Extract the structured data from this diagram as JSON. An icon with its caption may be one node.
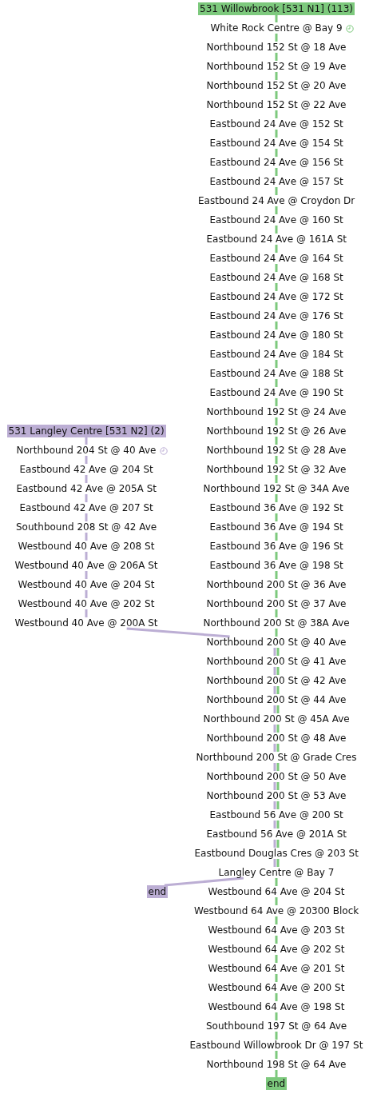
{
  "diagram": {
    "nodes": [
      {
        "text": [
          "531 Willowbrook [531 N1] (113)"
        ]
      },
      {
        "text": [
          "White Rock Centre @ Bay 9"
        ]
      },
      {
        "text": [
          "Northbound 152 St @ 18 Ave"
        ]
      },
      {
        "text": [
          "Northbound 152 St @ 19 Ave"
        ]
      },
      {
        "text": [
          "Northbound 152 St @ 20 Ave"
        ]
      },
      {
        "text": [
          "Northbound 152 St @ 22 Ave"
        ]
      },
      {
        "text": [
          "Eastbound 24 Ave @ 152 St"
        ]
      },
      {
        "text": [
          "Eastbound 24 Ave @ 154 St"
        ]
      },
      {
        "text": [
          "Eastbound 24 Ave @ 156 St"
        ]
      },
      {
        "text": [
          "Eastbound 24 Ave @ 157 St"
        ]
      },
      {
        "text": [
          "Eastbound 24 Ave @ Croydon Dr"
        ]
      },
      {
        "text": [
          "Eastbound 24 Ave @ 160 St"
        ]
      },
      {
        "text": [
          "Eastbound 24 Ave @ 161A St"
        ]
      },
      {
        "text": [
          "Eastbound 24 Ave @ 164 St"
        ]
      },
      {
        "text": [
          "Eastbound 24 Ave @ 168 St"
        ]
      },
      {
        "text": [
          "Eastbound 24 Ave @ 172 St"
        ]
      },
      {
        "text": [
          "Eastbound 24 Ave @ 176 St"
        ]
      },
      {
        "text": [
          "Eastbound 24 Ave @ 180 St"
        ]
      },
      {
        "text": [
          "Eastbound 24 Ave @ 184 St"
        ]
      },
      {
        "text": [
          "Eastbound 24 Ave @ 188 St"
        ]
      },
      {
        "text": [
          "Eastbound 24 Ave @ 190 St"
        ]
      },
      {
        "text": [
          "Northbound 192 St @ 24 Ave"
        ]
      },
      {
        "text": [
          "Northbound 192 St @ 26 Ave"
        ]
      },
      {
        "text": [
          "Northbound 192 St @ 28 Ave"
        ]
      },
      {
        "text": [
          "Northbound 192 St @ 32 Ave"
        ]
      },
      {
        "text": [
          "Northbound 192 St @ 34A Ave"
        ]
      },
      {
        "text": [
          "Eastbound 36 Ave @ 192 St"
        ]
      },
      {
        "text": [
          "Eastbound 36 Ave @ 194 St"
        ]
      },
      {
        "text": [
          "Eastbound 36 Ave @ 196 St"
        ]
      },
      {
        "text": [
          "Eastbound 36 Ave @ 198 St"
        ]
      },
      {
        "text": [
          "Northbound 200 St @ 36 Ave"
        ]
      },
      {
        "text": [
          "Northbound 200 St @ 37 Ave"
        ]
      },
      {
        "text": [
          "Northbound 200 St @ 38A Ave"
        ]
      },
      {
        "text": [
          "Northbound 200 St @ 40 Ave"
        ]
      },
      {
        "text": [
          "Northbound 200 St @ 41 Ave"
        ]
      },
      {
        "text": [
          "Northbound 200 St @ 42 Ave"
        ]
      },
      {
        "text": [
          "Northbound 200 St @ 44 Ave"
        ]
      },
      {
        "text": [
          "Northbound 200 St @ 45A Ave"
        ]
      },
      {
        "text": [
          "Northbound 200 St @ 48 Ave"
        ]
      },
      {
        "text": [
          "Northbound 200 St @ Grade Cres"
        ]
      },
      {
        "text": [
          "Northbound 200 St @ 50 Ave"
        ]
      },
      {
        "text": [
          "Northbound 200 St @ 53 Ave"
        ]
      },
      {
        "text": [
          "Eastbound 56 Ave @ 200 St"
        ]
      },
      {
        "text": [
          "Eastbound 56 Ave @ 201A St"
        ]
      },
      {
        "text": [
          "Eastbound Douglas Cres @ 203 St"
        ]
      },
      {
        "text": [
          "Langley Centre @ Bay 7"
        ]
      },
      {
        "text": [
          "Westbound 64 Ave @ 204 St"
        ]
      },
      {
        "text": [
          "Westbound 64 Ave @ 20300 Block"
        ]
      },
      {
        "text": [
          "Westbound 64 Ave @ 203 St"
        ]
      },
      {
        "text": [
          "Westbound 64 Ave @ 202 St"
        ]
      },
      {
        "text": [
          "Westbound 64 Ave @ 201 St"
        ]
      },
      {
        "text": [
          "Westbound 64 Ave @ 200 St"
        ]
      },
      {
        "text": [
          "Westbound 64 Ave @ 198 St"
        ]
      },
      {
        "text": [
          "Southbound 197 St @ 64 Ave"
        ]
      },
      {
        "text": [
          "Eastbound Willowbrook Dr @ 197 St"
        ]
      },
      {
        "text": [
          "Northbound 198 St @ 64 Ave"
        ]
      },
      {
        "text": [
          "end"
        ]
      },
      {
        "text": [
          "531 Langley Centre [531 N2] (2)"
        ]
      },
      {
        "text": [
          "Northbound 204 St @ 40 Ave"
        ]
      },
      {
        "text": [
          "Eastbound 42 Ave @ 204 St"
        ]
      },
      {
        "text": [
          "Eastbound 42 Ave @ 205A St"
        ]
      },
      {
        "text": [
          "Eastbound 42 Ave @ 207 St"
        ]
      },
      {
        "text": [
          "Southbound 208 St @ 42 Ave"
        ]
      },
      {
        "text": [
          "Westbound 40 Ave @ 208 St"
        ]
      },
      {
        "text": [
          "Westbound 40 Ave @ 206A St"
        ]
      },
      {
        "text": [
          "Westbound 40 Ave @ 204 St"
        ]
      },
      {
        "text": [
          "Westbound 40 Ave @ 202 St"
        ]
      },
      {
        "text": [
          "Westbound 40 Ave @ 200A St"
        ]
      },
      {
        "text": [
          "end"
        ]
      }
    ],
    "edges": [
      {
        "from": 0,
        "to": 1,
        "arrow": "none"
      },
      {
        "from": 1,
        "to": 2,
        "arrow": "none"
      },
      {
        "from": 2,
        "to": 3,
        "arrow": "none"
      },
      {
        "from": 3,
        "to": 4,
        "arrow": "none"
      },
      {
        "from": 4,
        "to": 5,
        "arrow": "none"
      },
      {
        "from": 5,
        "to": 6,
        "arrow": "none"
      },
      {
        "from": 6,
        "to": 7,
        "arrow": "none"
      },
      {
        "from": 7,
        "to": 8,
        "arrow": "none"
      },
      {
        "from": 8,
        "to": 9,
        "arrow": "none"
      },
      {
        "from": 9,
        "to": 10,
        "arrow": "none"
      },
      {
        "from": 10,
        "to": 11,
        "arrow": "none"
      },
      {
        "from": 11,
        "to": 12,
        "arrow": "none"
      },
      {
        "from": 12,
        "to": 13,
        "arrow": "none"
      },
      {
        "from": 13,
        "to": 14,
        "arrow": "none"
      },
      {
        "from": 14,
        "to": 15,
        "arrow": "none"
      },
      {
        "from": 15,
        "to": 16,
        "arrow": "none"
      },
      {
        "from": 16,
        "to": 17,
        "arrow": "none"
      },
      {
        "from": 17,
        "to": 18,
        "arrow": "none"
      },
      {
        "from": 18,
        "to": 19,
        "arrow": "none"
      },
      {
        "from": 19,
        "to": 20,
        "arrow": "none"
      },
      {
        "from": 20,
        "to": 21,
        "arrow": "none"
      },
      {
        "from": 21,
        "to": 22,
        "arrow": "none"
      },
      {
        "from": 22,
        "to": 23,
        "arrow": "none"
      },
      {
        "from": 23,
        "to": 24,
        "arrow": "none"
      },
      {
        "from": 24,
        "to": 25,
        "arrow": "none"
      },
      {
        "from": 25,
        "to": 26,
        "arrow": "none"
      },
      {
        "from": 26,
        "to": 27,
        "arrow": "none"
      },
      {
        "from": 27,
        "to": 28,
        "arrow": "none"
      },
      {
        "from": 28,
        "to": 29,
        "arrow": "none"
      },
      {
        "from": 29,
        "to": 30,
        "arrow": "none"
      },
      {
        "from": 30,
        "to": 31,
        "arrow": "none"
      },
      {
        "from": 31,
        "to": 32,
        "arrow": "none"
      },
      {
        "from": 32,
        "to": 33,
        "arrow": "none"
      },
      {
        "from": 33,
        "to": 34,
        "arrow": "none"
      },
      {
        "from": 34,
        "to": 35,
        "arrow": "none"
      },
      {
        "from": 35,
        "to": 36,
        "arrow": "none"
      },
      {
        "from": 36,
        "to": 37,
        "arrow": "none"
      },
      {
        "from": 37,
        "to": 38,
        "arrow": "none"
      },
      {
        "from": 38,
        "to": 39,
        "arrow": "none"
      },
      {
        "from": 39,
        "to": 40,
        "arrow": "none"
      },
      {
        "from": 40,
        "to": 41,
        "arrow": "none"
      },
      {
        "from": 41,
        "to": 42,
        "arrow": "none"
      },
      {
        "from": 42,
        "to": 43,
        "arrow": "none"
      },
      {
        "from": 43,
        "to": 44,
        "arrow": "none"
      },
      {
        "from": 44,
        "to": 45,
        "arrow": "none"
      },
      {
        "from": 45,
        "to": 46,
        "arrow": "none"
      },
      {
        "from": 46,
        "to": 47,
        "arrow": "none"
      },
      {
        "from": 47,
        "to": 48,
        "arrow": "none"
      },
      {
        "from": 48,
        "to": 49,
        "arrow": "none"
      },
      {
        "from": 49,
        "to": 50,
        "arrow": "none"
      },
      {
        "from": 50,
        "to": 51,
        "arrow": "none"
      },
      {
        "from": 51,
        "to": 52,
        "arrow": "none"
      },
      {
        "from": 52,
        "to": 53,
        "arrow": "none"
      },
      {
        "from": 53,
        "to": 54,
        "arrow": "none"
      },
      {
        "from": 54,
        "to": 55,
        "arrow": "none"
      },
      {
        "from": 55,
        "to": 56,
        "arrow": "none"
      },
      {
        "from": 57,
        "to": 58,
        "arrow": "none",
        "color": "#bcaed4"
      },
      {
        "from": 58,
        "to": 59,
        "arrow": "none",
        "color": "#bcaed4"
      },
      {
        "from": 59,
        "to": 60,
        "arrow": "none",
        "color": "#bcaed4"
      },
      {
        "from": 60,
        "to": 61,
        "arrow": "none",
        "color": "#bcaed4"
      },
      {
        "from": 61,
        "to": 62,
        "arrow": "none",
        "color": "#bcaed4"
      },
      {
        "from": 62,
        "to": 63,
        "arrow": "none",
        "color": "#bcaed4"
      },
      {
        "from": 63,
        "to": 64,
        "arrow": "none",
        "color": "#bcaed4"
      },
      {
        "from": 64,
        "to": 65,
        "arrow": "none",
        "color": "#bcaed4"
      },
      {
        "from": 65,
        "to": 66,
        "arrow": "none",
        "color": "#bcaed4"
      },
      {
        "from": 66,
        "to": 67,
        "arrow": "none",
        "color": "#bcaed4"
      },
      {
        "from": 67,
        "to": 33,
        "arrow": "none",
        "color": "#bcaed4"
      },
      {
        "from": 33,
        "to": 34,
        "arrow": "none",
        "color": "#bcaed4"
      },
      {
        "from": 34,
        "to": 35,
        "arrow": "none",
        "color": "#bcaed4"
      },
      {
        "from": 35,
        "to": 36,
        "arrow": "none",
        "color": "#bcaed4"
      },
      {
        "from": 36,
        "to": 37,
        "arrow": "none",
        "color": "#bcaed4"
      },
      {
        "from": 37,
        "to": 38,
        "arrow": "none",
        "color": "#bcaed4"
      },
      {
        "from": 38,
        "to": 39,
        "arrow": "none",
        "color": "#bcaed4"
      },
      {
        "from": 39,
        "to": 40,
        "arrow": "none",
        "color": "#bcaed4"
      },
      {
        "from": 40,
        "to": 41,
        "arrow": "none",
        "color": "#bcaed4"
      },
      {
        "from": 41,
        "to": 42,
        "arrow": "none",
        "color": "#bcaed4"
      },
      {
        "from": 42,
        "to": 43,
        "arrow": "none",
        "color": "#bcaed4"
      },
      {
        "from": 43,
        "to": 44,
        "arrow": "none",
        "color": "#bcaed4"
      },
      {
        "from": 44,
        "to": 45,
        "arrow": "none",
        "color": "#bcaed4"
      },
      {
        "from": 45,
        "to": 68,
        "arrow": "none",
        "color": "#bcaed4"
      }
    ]
  }
}
